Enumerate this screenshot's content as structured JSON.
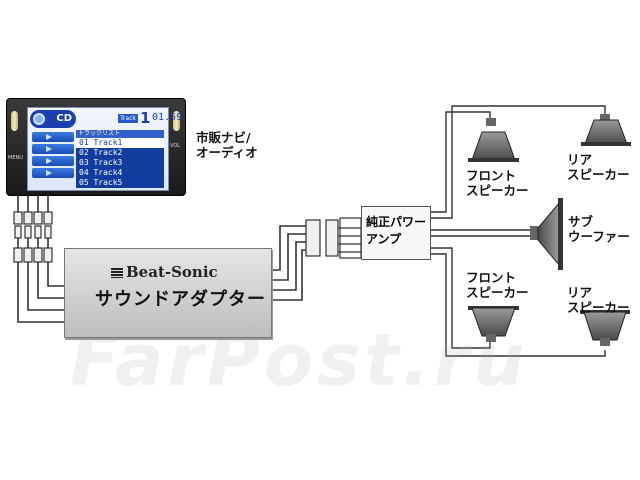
{
  "labels": {
    "head_unit": [
      "市販ナビ/",
      "オーディオ"
    ],
    "amp": [
      "純正パワー",
      "アンプ"
    ],
    "front_speaker_top": [
      "フロント",
      "スピーカー"
    ],
    "rear_speaker_top": [
      "リア",
      "スピーカー"
    ],
    "subwoofer": [
      "サブ",
      "ウーファー"
    ],
    "front_speaker_bottom": [
      "フロント",
      "スピーカー"
    ],
    "rear_speaker_bottom": [
      "リア",
      "スピーカー"
    ]
  },
  "adapter": {
    "brand": "Beat-Sonic",
    "name": "サウンドアダプター"
  },
  "head_unit_screen": {
    "logo": "CD",
    "track_badge": "Track",
    "track_number": "1",
    "time": "01.59",
    "list_header": "トラックリスト",
    "tracks": [
      "01 Track1",
      "02 Track2",
      "03 Track3",
      "04 Track4",
      "05 Track5"
    ],
    "vol": "VOL",
    "menu": "MENU"
  },
  "watermark": "FarPost.ru",
  "colors": {
    "screen_blue": "#123c9e",
    "adapter_gray": "#cfcfcf",
    "speaker_gray": "#777777"
  }
}
